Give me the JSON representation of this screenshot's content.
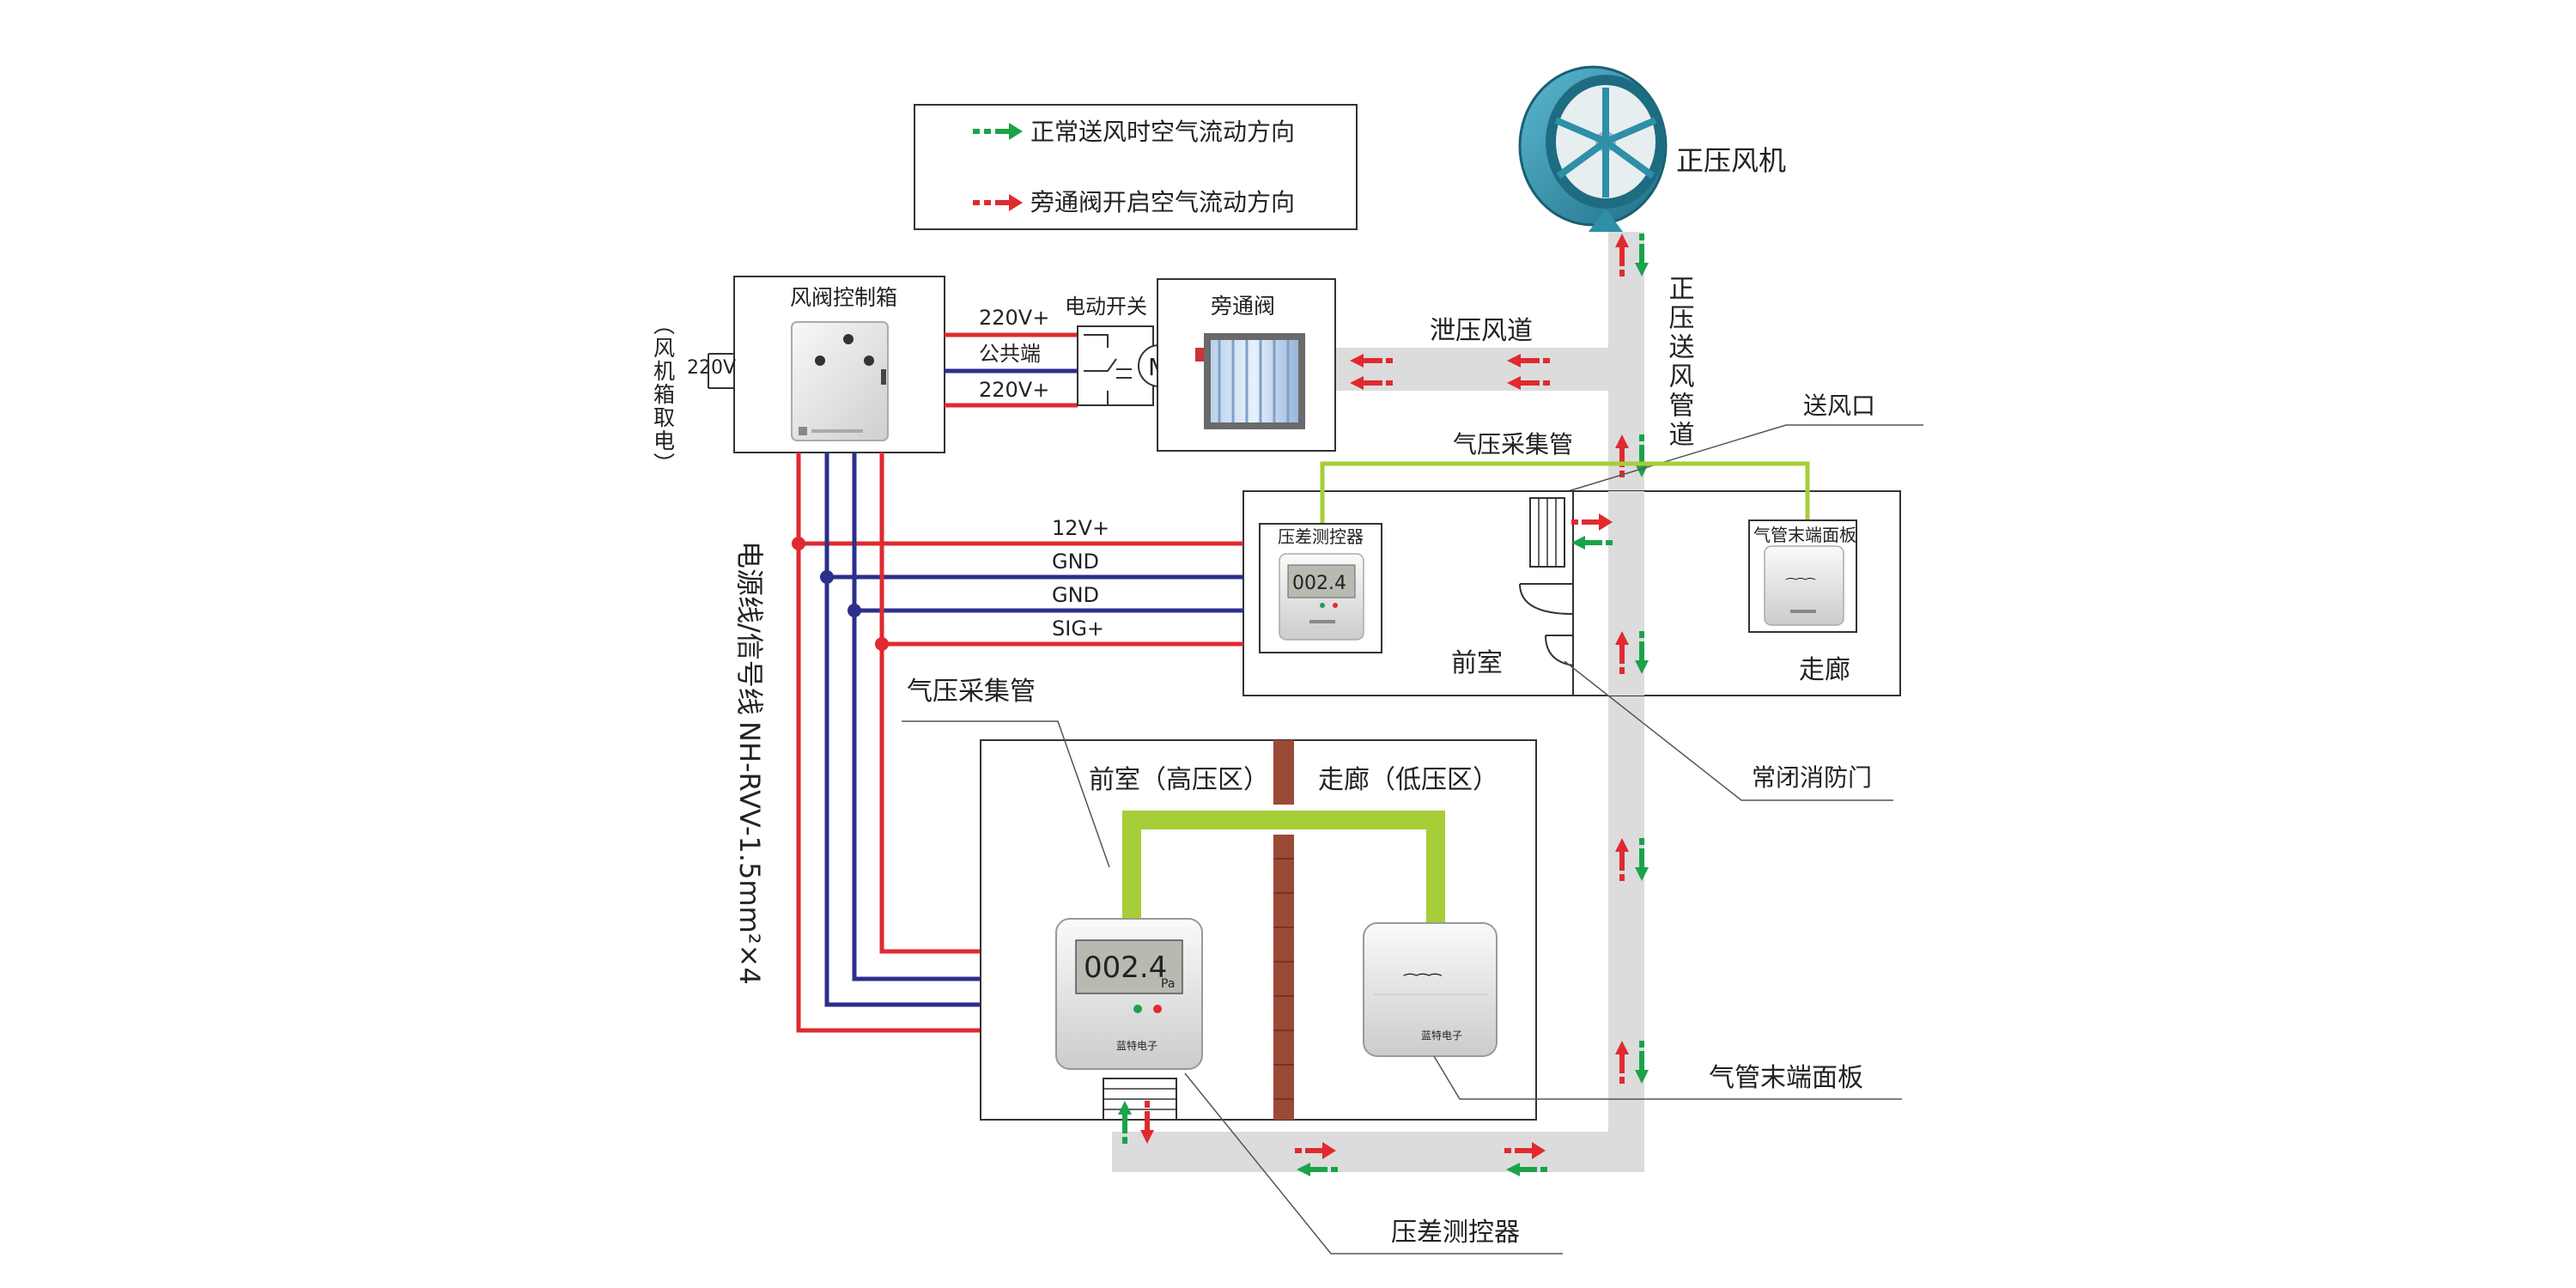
{
  "legend": {
    "normal_flow": "正常送风时空气流动方向",
    "bypass_flow": "旁通阀开启空气流动方向"
  },
  "fan_label": "正压风机",
  "supply_duct_label": "正压送风管道",
  "relief_duct_label": "泄压风道",
  "control_box_label": "风阀控制箱",
  "power_source_label": "（风机箱取电）",
  "power_voltage": "220V",
  "switch_label": "电动开关",
  "motor_label": "M",
  "bypass_valve_label": "旁通阀",
  "wire_top": {
    "line1": "220V+",
    "line2": "公共端",
    "line3": "220V+"
  },
  "signal_wires": {
    "w1": "12V+",
    "w2": "GND",
    "w3": "GND",
    "w4": "SIG+"
  },
  "cable_label_1": "电源线/信号线",
  "cable_label_2": "NH-RVV-1.5mm²×4",
  "pressure_tube_top": "气压采集管",
  "supply_outlet": "送风口",
  "controller_small": "压差测控器",
  "display_small": "002.4",
  "unit": "Pa",
  "terminal_panel_small": "气管末端面板",
  "front_room": "前室",
  "corridor": "走廊",
  "fire_door": "常闭消防门",
  "pressure_tube_bottom": "气压采集管",
  "front_room_high": "前室（高压区）",
  "corridor_low": "走廊（低压区）",
  "display_big": "002.4",
  "terminal_panel_bottom": "气管末端面板",
  "controller_bottom": "压差测控器",
  "brand": "蓝特电子",
  "colors": {
    "red": "#e02a2f",
    "blue": "#2c2f8c",
    "green": "#1aa34a",
    "tube": "#a6ce39",
    "duct": "#dcdcdc",
    "wall": "#9a4a35",
    "fan": "#2d8fa8"
  }
}
